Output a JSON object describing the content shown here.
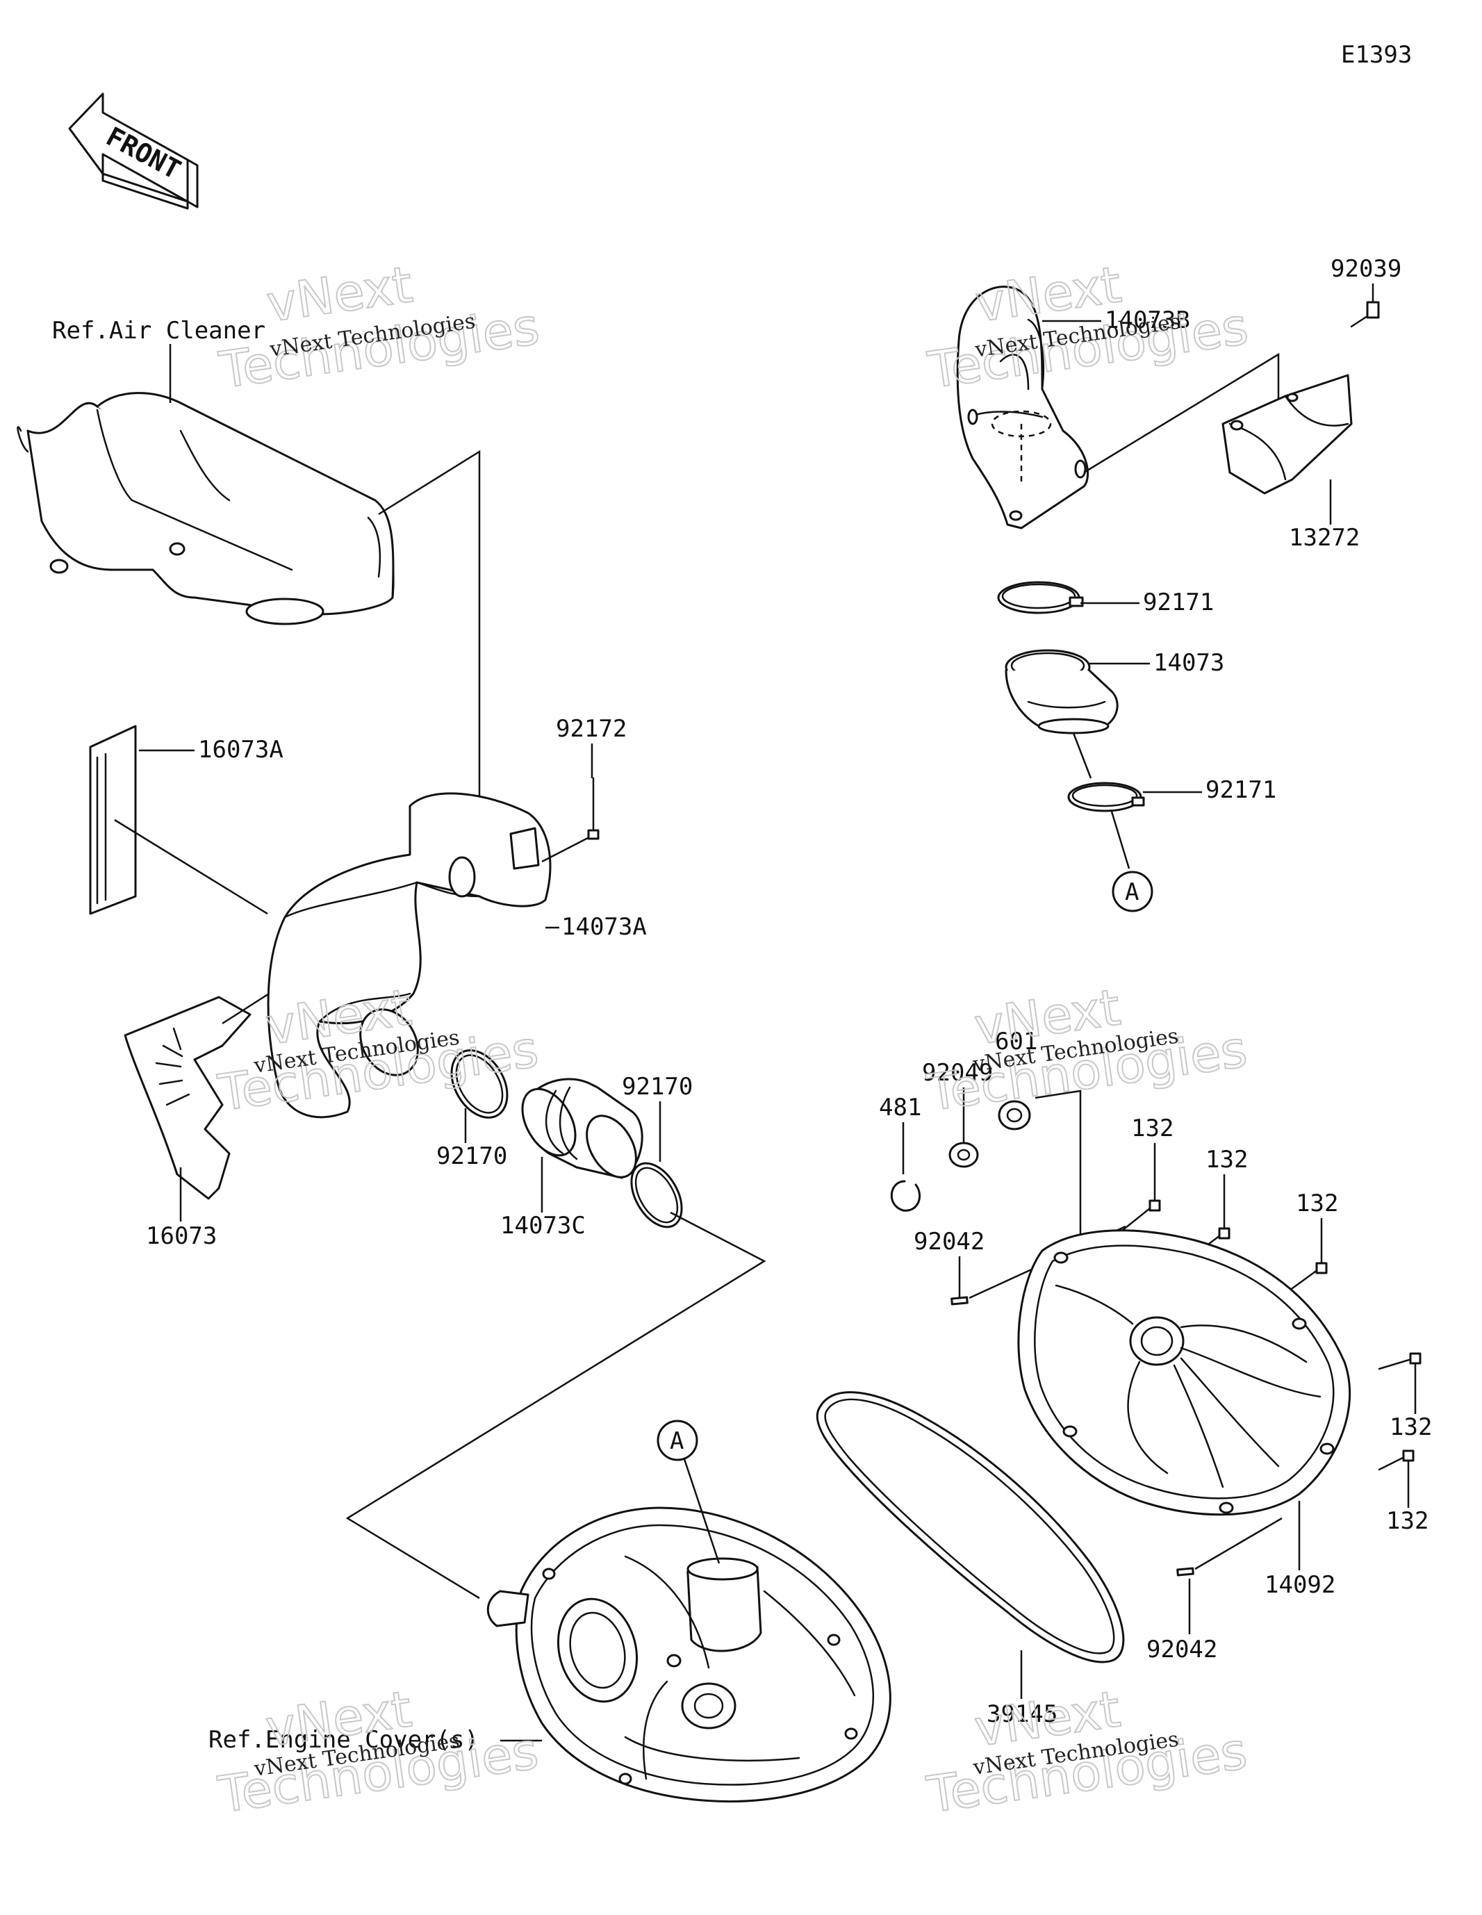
{
  "diagram_id": "E1393",
  "front_label": "FRONT",
  "refs": {
    "air_cleaner": "Ref.Air Cleaner",
    "engine_cover": "Ref.Engine Cover(s)"
  },
  "parts": {
    "p16073a": "16073A",
    "p16073": "16073",
    "p14073a": "14073A",
    "p92172": "92172",
    "p92170_left": "92170",
    "p92170_right": "92170",
    "p14073c": "14073C",
    "p14073b": "14073B",
    "p92039": "92039",
    "p13272": "13272",
    "p92171_upper": "92171",
    "p14073": "14073",
    "p92171_lower": "92171",
    "p601": "601",
    "p92049": "92049",
    "p481": "481",
    "p132_a": "132",
    "p132_b": "132",
    "p132_c": "132",
    "p132_d": "132",
    "p132_e": "132",
    "p92042_upper": "92042",
    "p92042_lower": "92042",
    "p14092": "14092",
    "p39145": "39145"
  },
  "markers": {
    "a_upper": "A",
    "a_lower": "A"
  },
  "watermark": {
    "brand": "vNext",
    "word": "Technologies",
    "full": "vNext Technologies"
  }
}
